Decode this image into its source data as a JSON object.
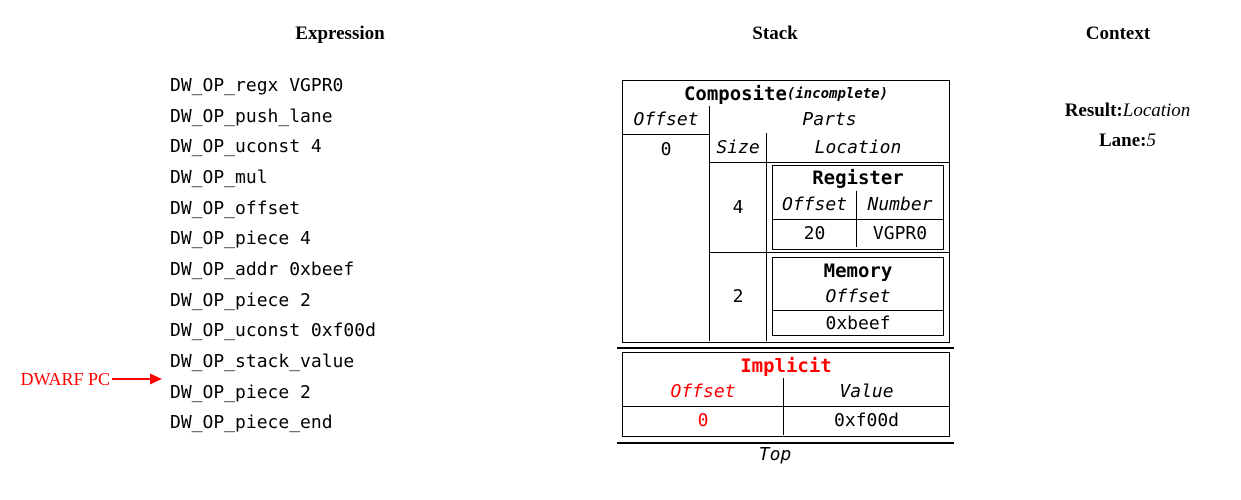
{
  "columns": {
    "expression_title": "Expression",
    "stack_title": "Stack",
    "context_title": "Context"
  },
  "expression": {
    "items": [
      "DW_OP_regx VGPR0",
      "DW_OP_push_lane",
      "DW_OP_uconst 4",
      "DW_OP_mul",
      "DW_OP_offset",
      "DW_OP_piece 4",
      "DW_OP_addr 0xbeef",
      "DW_OP_piece 2",
      "DW_OP_uconst 0xf00d",
      "DW_OP_stack_value",
      "DW_OP_piece 2",
      "DW_OP_piece_end"
    ],
    "pc_label": "DWARF PC",
    "pc_points_to_item": "DW_OP_piece 2",
    "pc_points_to_index": 10
  },
  "stack": {
    "composite": {
      "title": "Composite",
      "title_note": "(incomplete)",
      "offset_header": "Offset",
      "offset_value": "0",
      "parts_header": "Parts",
      "size_header": "Size",
      "location_header": "Location",
      "parts": [
        {
          "size": "4",
          "location": {
            "type": "Register",
            "headers": [
              "Offset",
              "Number"
            ],
            "values": [
              "20",
              "VGPR0"
            ]
          }
        },
        {
          "size": "2",
          "location": {
            "type": "Memory",
            "headers": [
              "Offset"
            ],
            "values": [
              "0xbeef"
            ]
          }
        }
      ]
    },
    "implicit": {
      "title": "Implicit",
      "offset_header": "Offset",
      "value_header": "Value",
      "offset_value": "0",
      "value_value": "0xf00d"
    },
    "top_label": "Top"
  },
  "context": {
    "result_label": "Result:",
    "result_value": "Location",
    "lane_label": "Lane:",
    "lane_value": "5"
  },
  "colors": {
    "accent_red": "#ff0000",
    "border_black": "#000000",
    "background": "#ffffff"
  }
}
